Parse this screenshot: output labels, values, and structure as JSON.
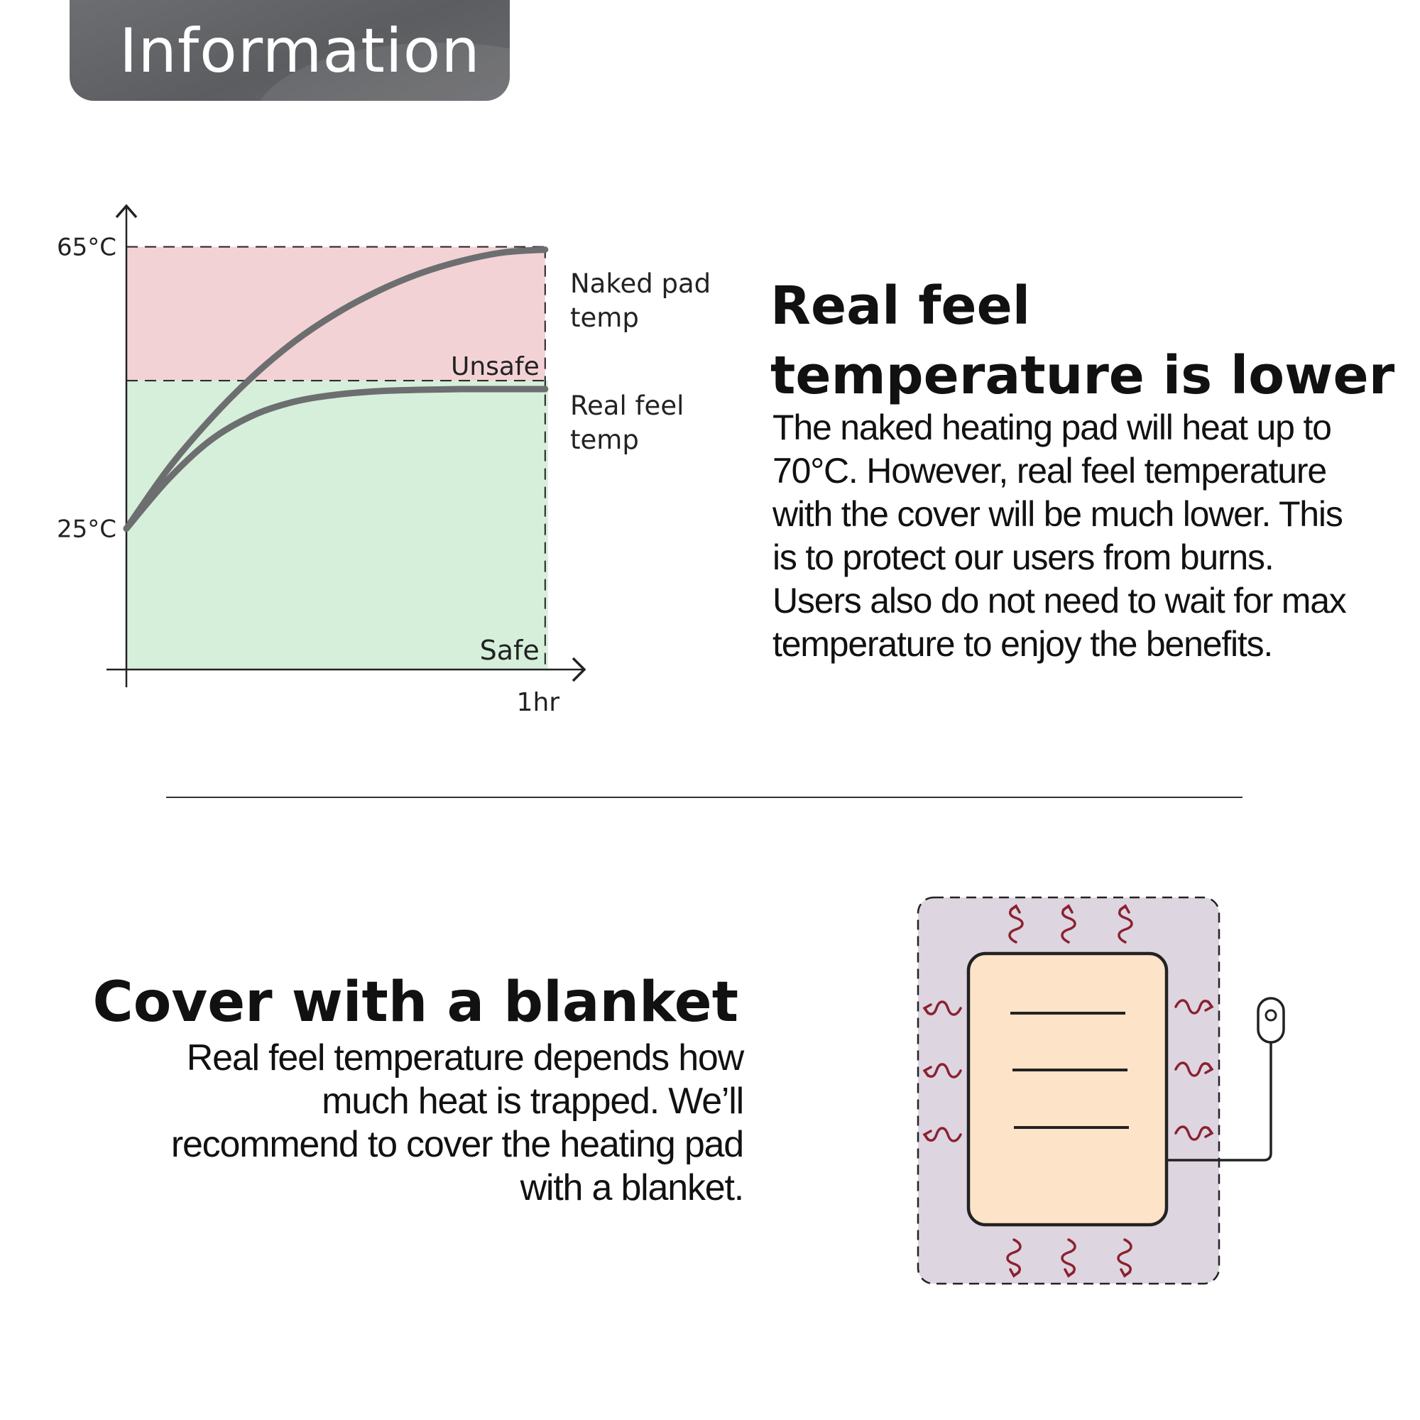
{
  "header": {
    "title": "Information"
  },
  "chart_data": {
    "type": "line",
    "x": [
      0,
      0.1,
      0.2,
      0.3,
      0.4,
      0.5,
      0.6,
      0.7,
      0.8,
      0.9,
      1.0
    ],
    "series": [
      {
        "name": "Naked pad temp",
        "values": [
          25,
          33.5,
          40.5,
          46.5,
          51.5,
          55.5,
          58.7,
          61.2,
          63.0,
          64.2,
          64.6
        ]
      },
      {
        "name": "Real feel temp",
        "values": [
          25,
          32.0,
          37.5,
          41.0,
          43.0,
          44.0,
          44.5,
          44.7,
          44.8,
          44.8,
          44.8
        ]
      }
    ],
    "zones": [
      {
        "label": "Unsafe",
        "from": 46,
        "to": 65,
        "color": "#f3d2d5"
      },
      {
        "label": "Safe",
        "from": 5,
        "to": 46,
        "color": "#d6efdb"
      }
    ],
    "y_tick_labels": [
      "65°C",
      "25°C"
    ],
    "y_ticks": [
      65,
      25
    ],
    "x_tick_label": "1hr",
    "ylim": [
      5,
      70
    ],
    "xlim": [
      0,
      1.08
    ],
    "line_color": "#6d6e70"
  },
  "section1": {
    "heading": "Real feel temperature is lower",
    "body": "The naked heating pad will heat up to 70°C. However, real feel temperature with the cover will be much lower. This is to protect our users from burns. Users also do not need to wait for max temperature to enjoy the benefits."
  },
  "section2": {
    "heading": "Cover with a blanket",
    "body": "Real feel temperature depends how much heat is trapped. We’ll recommend to cover the heating pad with a blanket."
  },
  "illustration": {
    "blanket_color": "#ddd5e0",
    "pad_color": "#fde3c8",
    "heat_color": "#8b2130"
  }
}
